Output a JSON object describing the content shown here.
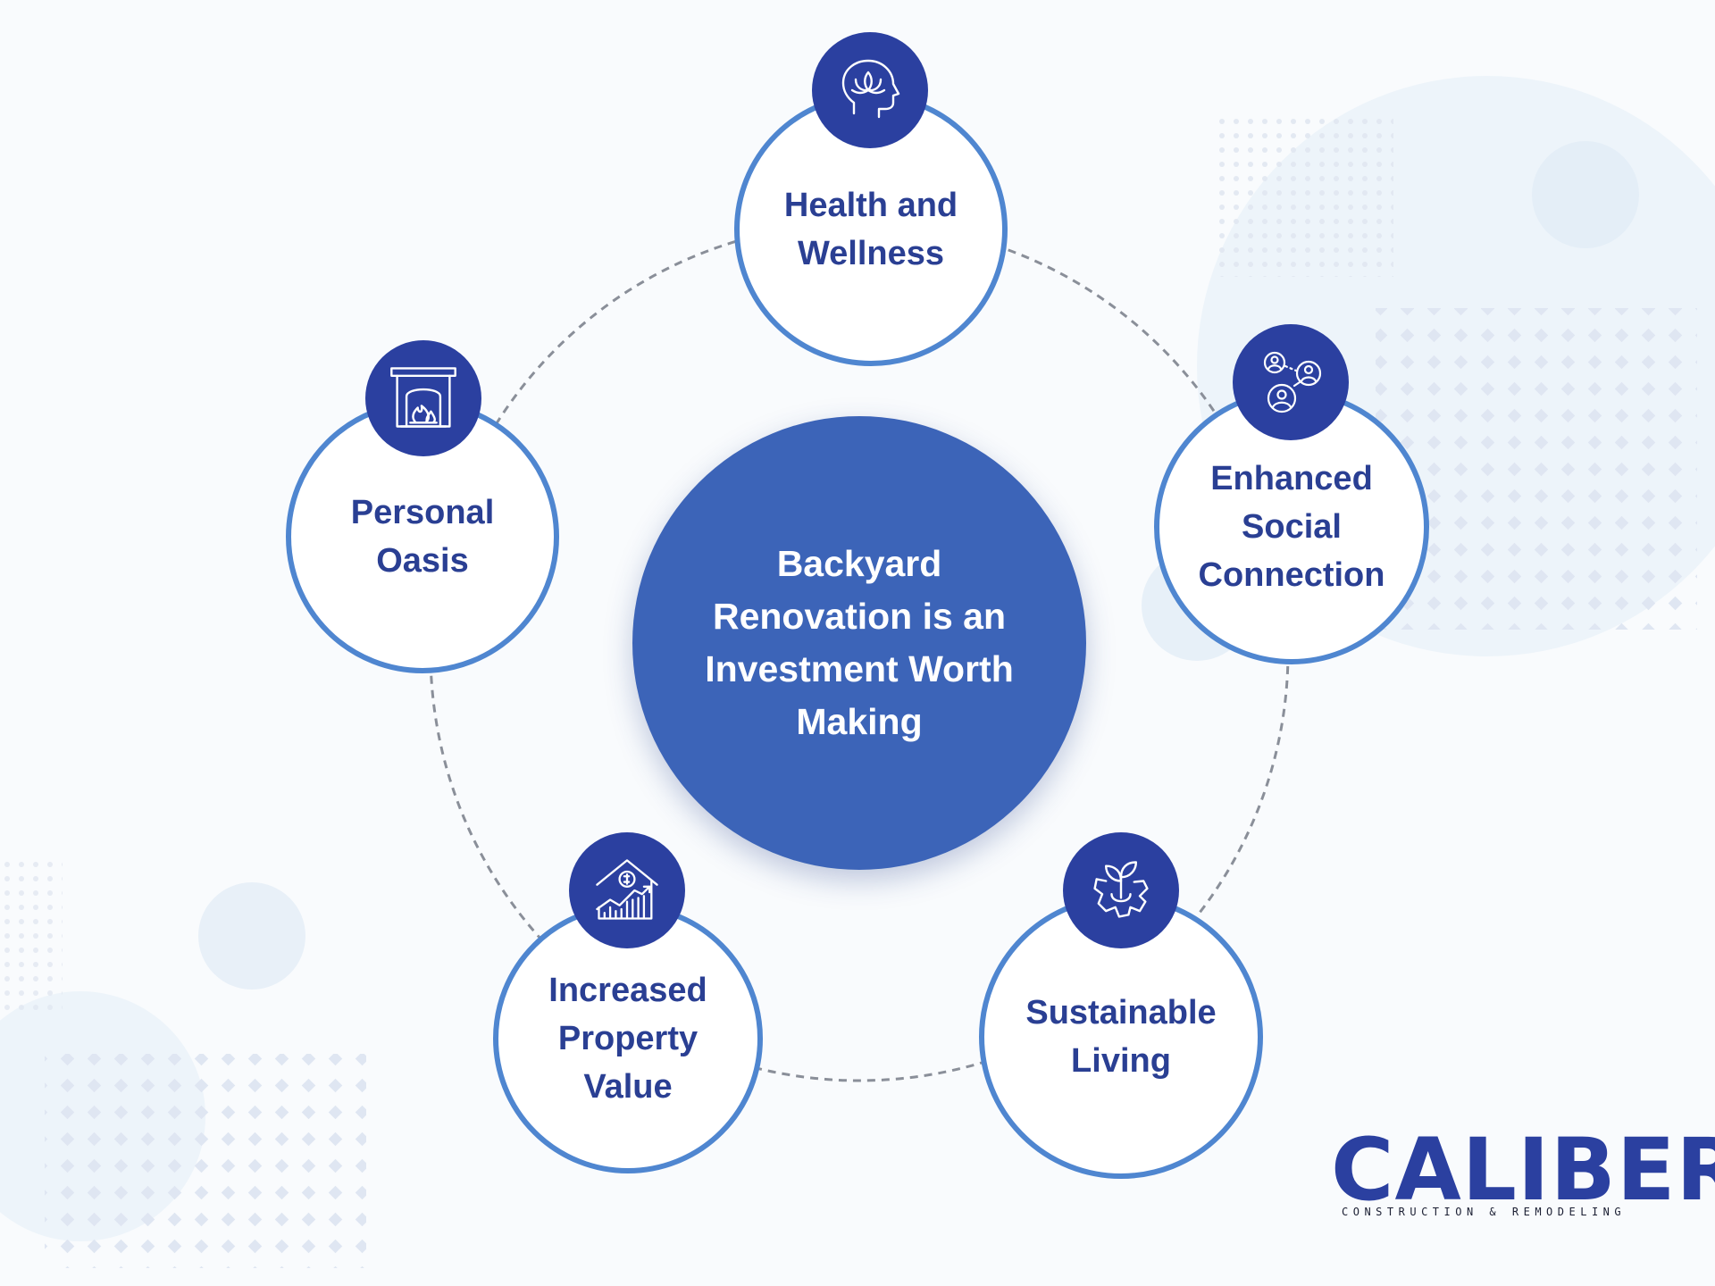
{
  "center": {
    "title": "Backyard Renovation is an Investment Worth Making"
  },
  "nodes": [
    {
      "label": "Health and Wellness",
      "icon": "lotus-head-icon"
    },
    {
      "label": "Enhanced Social Connection",
      "icon": "people-network-icon"
    },
    {
      "label": "Sustainable Living",
      "icon": "sprout-gear-icon"
    },
    {
      "label": "Increased Property Value",
      "icon": "house-chart-icon"
    },
    {
      "label": "Personal Oasis",
      "icon": "fireplace-icon"
    }
  ],
  "logo": {
    "name": "CALIBER",
    "tagline": "CONSTRUCTION & REMODELING"
  },
  "colors": {
    "primary": "#2b40a0",
    "center": "#3c64b8",
    "ring": "#4f86d0",
    "text": "#2a3f93"
  }
}
